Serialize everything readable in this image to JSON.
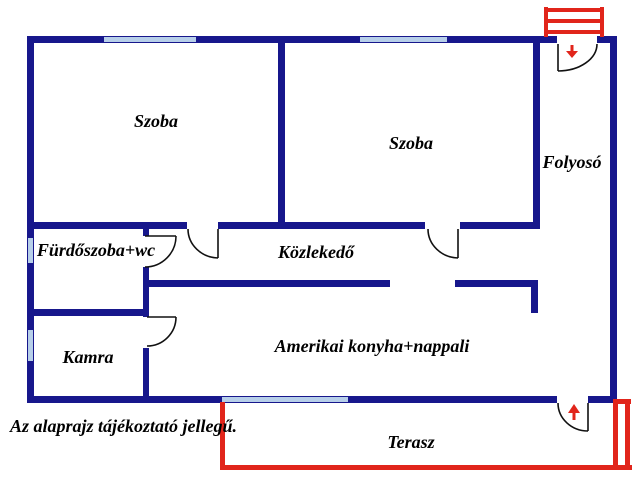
{
  "colors": {
    "wall": "#17178c",
    "window": "#b7cfe9",
    "red": "#e1251b",
    "door": "#111111",
    "text": "#000000",
    "background": "#ffffff"
  },
  "labels": {
    "szoba1": "Szoba",
    "szoba2": "Szoba",
    "folyoso": "Folyosó",
    "furdoszoba": "Fürdőszoba+wc",
    "kozlekedo": "Közlekedő",
    "kamra": "Kamra",
    "nappali": "Amerikai konyha+nappali",
    "terasz": "Terasz"
  },
  "note": "Az alaprajz tájékoztató jellegű.",
  "symbols": {
    "entrance_arrow_direction": "down",
    "terrace_arrow_direction": "up"
  }
}
